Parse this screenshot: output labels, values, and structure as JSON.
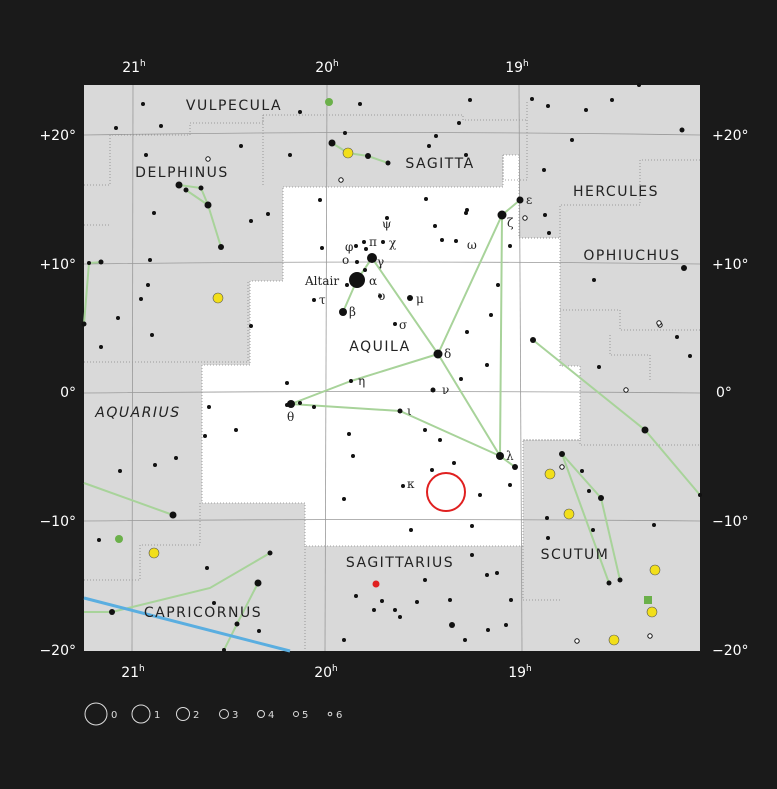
{
  "ra_labels": [
    "21",
    "20",
    "19"
  ],
  "ra_unit": "h",
  "dec_labels": [
    "+20°",
    "+10°",
    "0°",
    "−10°",
    "−20°"
  ],
  "constellations": [
    "VULPECULA",
    "SAGITTA",
    "DELPHINUS",
    "HERCULES",
    "OPHIUCHUS",
    "AQUILA",
    "AQUARIUS",
    "SAGITTARIUS",
    "SCUTUM",
    "CAPRICORNUS"
  ],
  "star_names": {
    "altair": "Altair"
  },
  "greek_labels": {
    "alpha": "α",
    "beta": "β",
    "gamma": "γ",
    "delta": "δ",
    "epsilon": "ε",
    "zeta": "ζ",
    "eta": "η",
    "theta": "θ",
    "iota": "ι",
    "kappa": "κ",
    "lambda": "λ",
    "mu": "μ",
    "nu": "ν",
    "omicron": "ο",
    "pi": "π",
    "sigma": "σ",
    "tau": "τ",
    "upsilon": "υ",
    "phi": "φ",
    "chi": "χ",
    "psi": "ψ",
    "omega": "ω"
  },
  "magnitude_legend": [
    "0",
    "1",
    "2",
    "3",
    "4",
    "5",
    "6"
  ],
  "colors": {
    "background": "#1a1a1a",
    "sky": "#d9d9d9",
    "highlight_region": "#ffffff",
    "lines": "#a8d39a",
    "ecliptic": "#5aaee0",
    "target_circle": "#e02020",
    "cluster": "#f2df1a"
  }
}
